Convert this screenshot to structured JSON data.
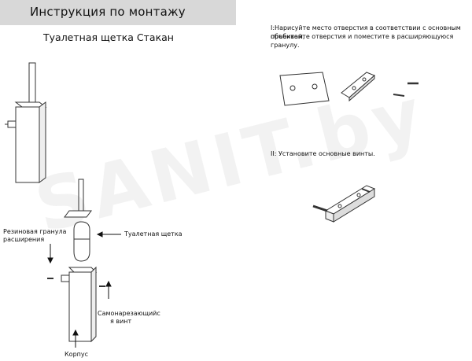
{
  "header": {
    "title": "Инструкция по монтажу"
  },
  "product": {
    "title": "Туалетная щетка Стакан"
  },
  "labels": {
    "rubber_plug_line1": "Резиновая гранула",
    "rubber_plug_line2": "расширения",
    "toilet_brush": "Туалетная щетка",
    "screw_line1": "Самонарезающийс",
    "screw_line2": "я винт",
    "body": "Корпус"
  },
  "steps": {
    "step1_line1": "I:Нарисуйте место отверстия в соответствии с основным объектом,",
    "step1_line2": "пробивайте отверстия и поместите в расширяющуюся гранулу.",
    "step2": "II: Установите основные винты."
  },
  "watermark": {
    "text": "SANIT.by"
  },
  "colors": {
    "header_bg": "#d8d8d8",
    "line": "#333333"
  }
}
